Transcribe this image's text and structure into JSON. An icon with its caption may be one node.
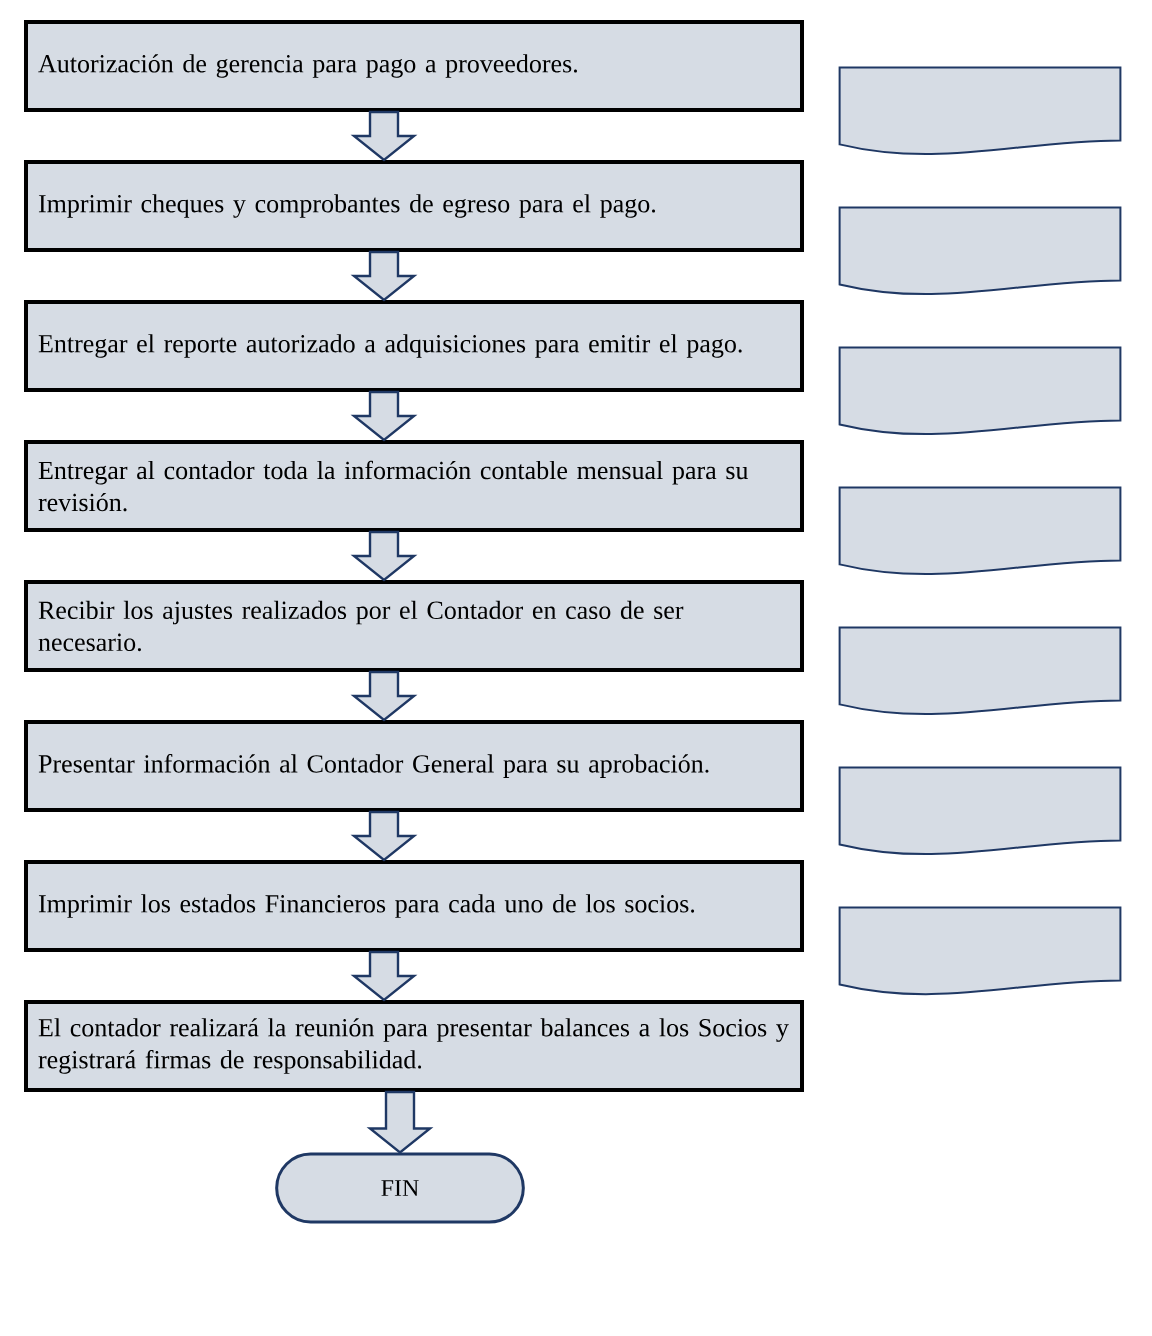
{
  "diagram": {
    "nodes": [
      {
        "text": [
          "Autorización de gerencia para pago a proveedores."
        ]
      },
      {
        "text": [],
        "shape": "document"
      },
      {
        "text": [
          "Imprimir cheques y comprobantes de egreso para el pago."
        ]
      },
      {
        "text": [],
        "shape": "document"
      },
      {
        "text": [
          "Entregar el reporte autorizado a adquisiciones para emitir el pago."
        ]
      },
      {
        "text": [],
        "shape": "document"
      },
      {
        "text": [
          "Entregar al contador toda la información contable mensual para su revisión."
        ]
      },
      {
        "text": [],
        "shape": "document"
      },
      {
        "text": [
          "Recibir los ajustes realizados por el Contador en caso de ser necesario."
        ]
      },
      {
        "text": [],
        "shape": "document"
      },
      {
        "text": [
          "Presentar información al Contador General para su aprobación."
        ]
      },
      {
        "text": [],
        "shape": "document"
      },
      {
        "text": [
          "Imprimir los estados Financieros para cada uno de los socios."
        ]
      },
      {
        "text": [],
        "shape": "document"
      },
      {
        "text": [
          "El contador realizará la reunión para presentar balances a los Socios y registrará firmas de responsabilidad."
        ]
      },
      {
        "text": [
          "FIN"
        ]
      }
    ],
    "edges": [
      {
        "from": 0,
        "to": 2,
        "arrow": "to"
      },
      {
        "from": 2,
        "to": 4,
        "arrow": "to"
      },
      {
        "from": 4,
        "to": 6,
        "arrow": "to"
      },
      {
        "from": 6,
        "to": 8,
        "arrow": "to"
      },
      {
        "from": 8,
        "to": 10,
        "arrow": "to"
      },
      {
        "from": 10,
        "to": 12,
        "arrow": "to"
      },
      {
        "from": 12,
        "to": 14,
        "arrow": "to"
      },
      {
        "from": 14,
        "to": 15,
        "arrow": "to"
      }
    ]
  }
}
